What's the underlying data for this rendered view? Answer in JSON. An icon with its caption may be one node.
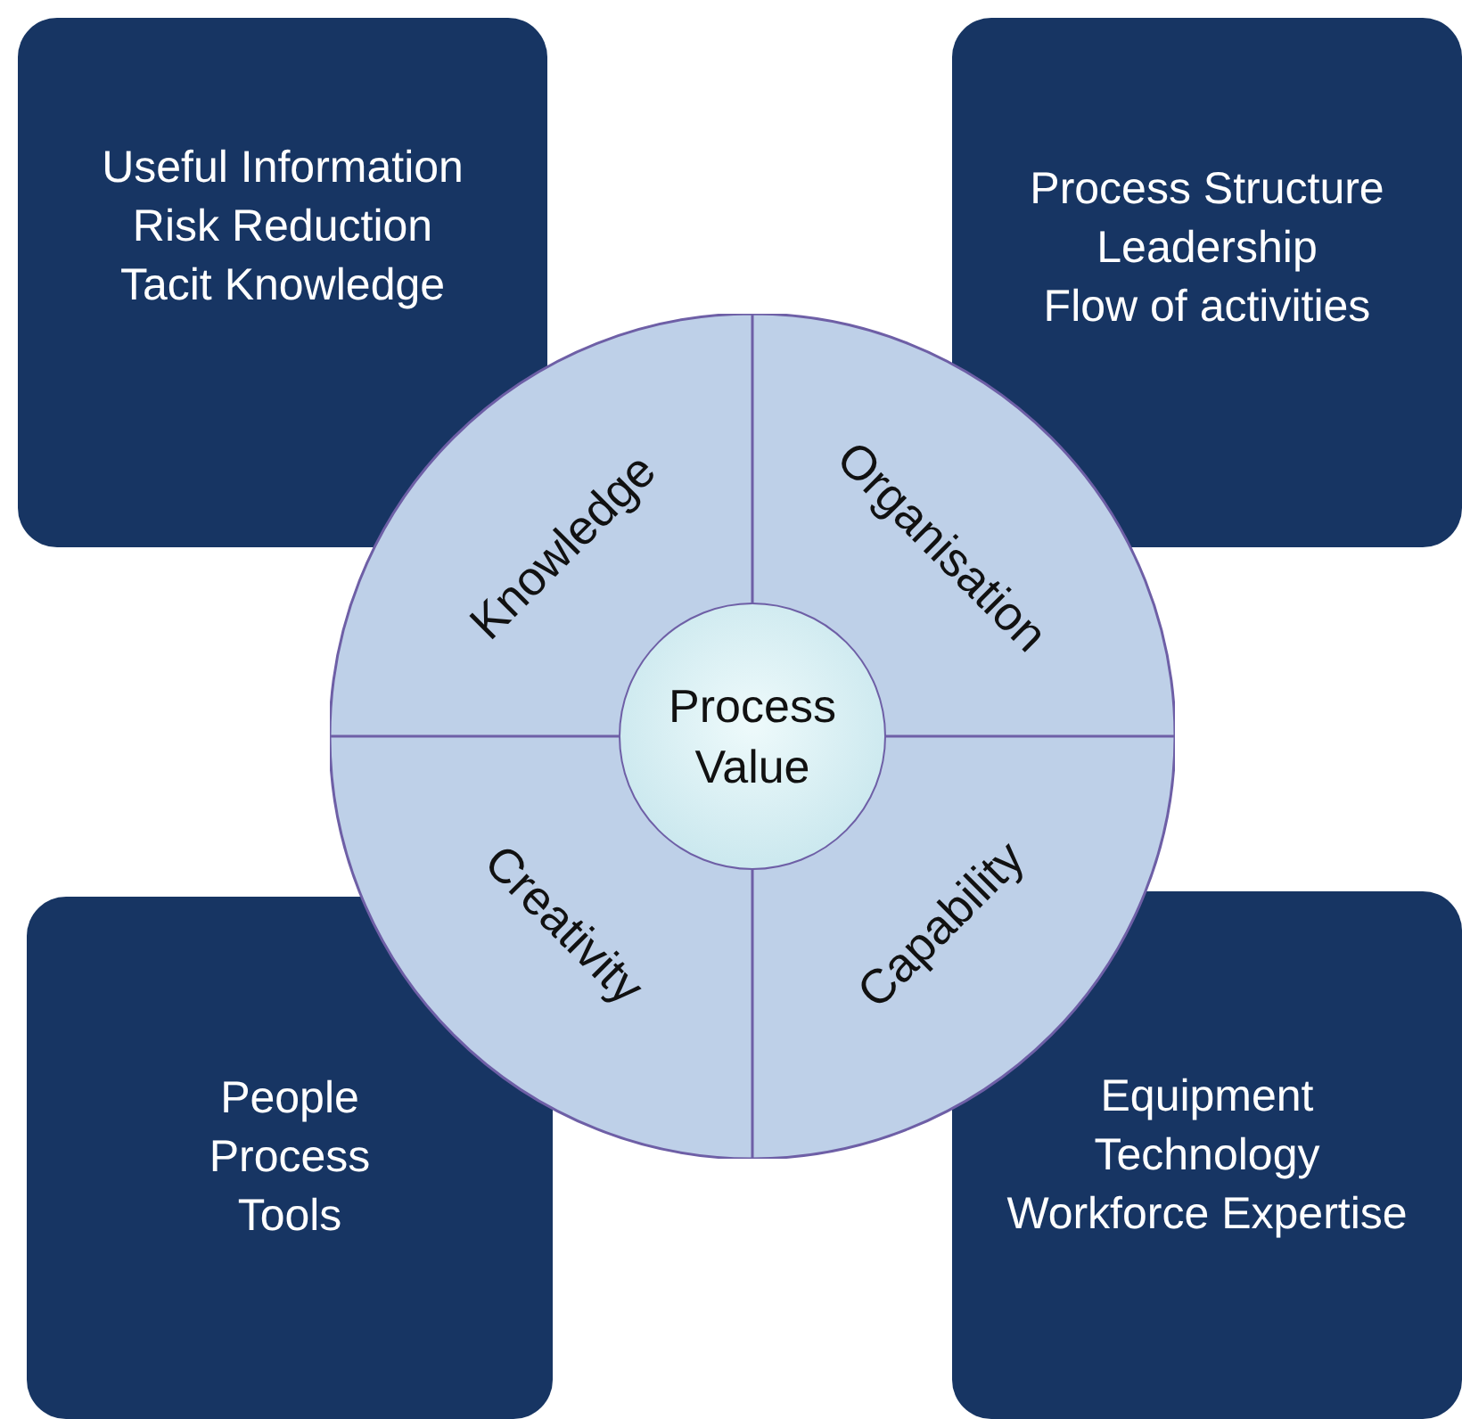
{
  "diagram": {
    "nodes": [
      {
        "text": [
          "Useful Information",
          "Risk Reduction",
          "Tacit Knowledge"
        ]
      },
      {
        "text": [
          "Process Structure",
          "Leadership",
          "Flow of activities"
        ]
      },
      {
        "text": [],
        "shape": "circle"
      },
      {
        "text": [
          "Knowledge"
        ],
        "in": 2
      },
      {
        "text": [
          "Organisation"
        ],
        "in": 2
      },
      {
        "text": [
          "Process Value"
        ],
        "in": 2
      },
      {
        "text": [
          "Creativity"
        ],
        "in": 2
      },
      {
        "text": [
          "Capability"
        ],
        "in": 2
      },
      {
        "text": [
          "People",
          "Process",
          "Tools"
        ]
      },
      {
        "text": [
          "Equipment",
          "Technology",
          "Workforce Expertise"
        ]
      }
    ],
    "edges": []
  }
}
